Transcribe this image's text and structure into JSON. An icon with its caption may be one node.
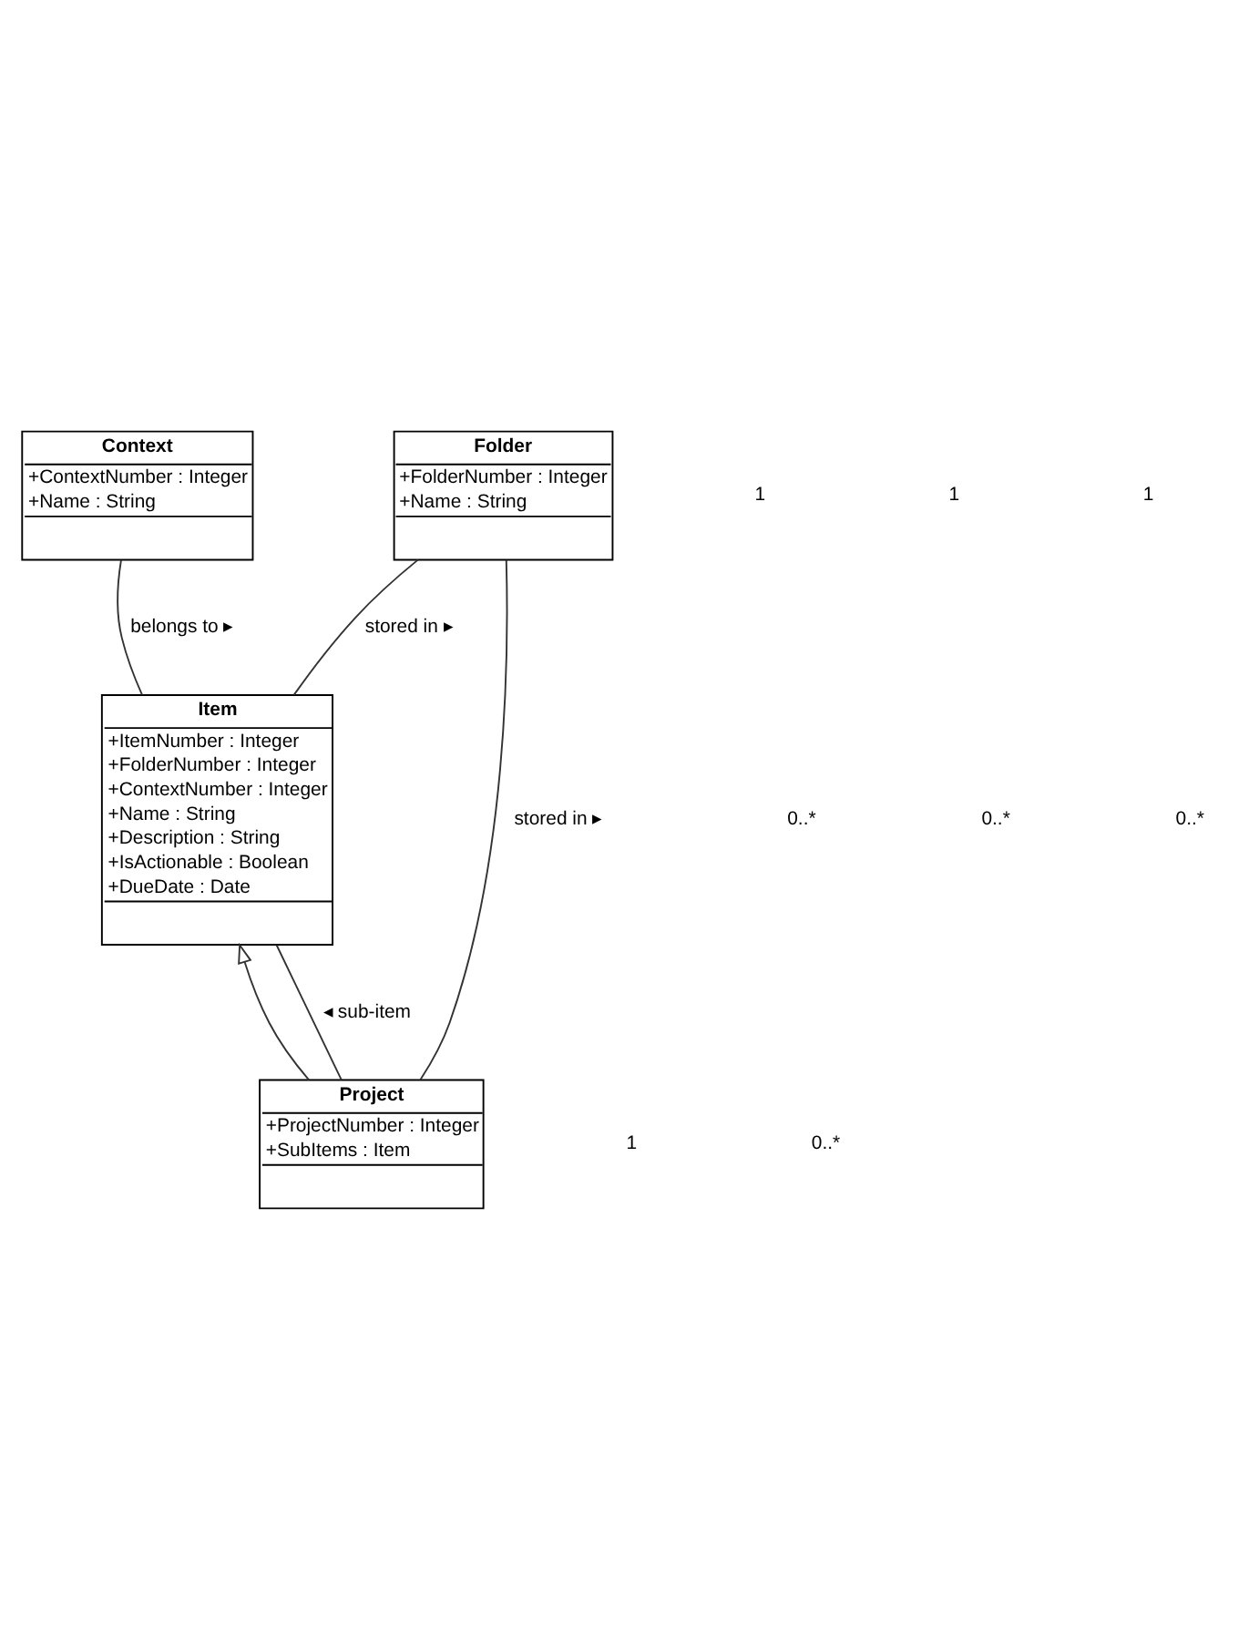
{
  "diagram": {
    "nodes": [
      {
        "text": [
          "Context",
          "+ContextNumber : Integer",
          "+Name : String"
        ]
      },
      {
        "text": [
          "Item",
          "+ItemNumber : Integer",
          "+FolderNumber : Integer",
          "+ContextNumber : Integer",
          "+Name : String",
          "+Description : String",
          "+IsActionable : Boolean",
          "+DueDate : Date"
        ]
      },
      {
        "text": [
          "Folder",
          "+FolderNumber : Integer",
          "+Name : String"
        ]
      },
      {
        "text": [
          "Project",
          "+ProjectNumber : Integer",
          "+SubItems : Item"
        ]
      }
    ],
    "edges": [
      {
        "from": 1,
        "to": 0,
        "arrow": "none",
        "label": "belongs to ▸"
      },
      {
        "from": 1,
        "to": 2,
        "arrow": "none",
        "label": "stored in ▸"
      },
      {
        "from": 3,
        "to": 1,
        "arrow": "to"
      },
      {
        "from": 3,
        "to": 1,
        "arrow": "none",
        "label": "◂ sub-item"
      },
      {
        "from": 3,
        "to": 2,
        "arrow": "none",
        "label": "stored in ▸"
      }
    ],
    "labels": [
      "1",
      "0..*",
      "0..*",
      "0..*",
      "1",
      "1",
      "1",
      "0..*"
    ]
  }
}
